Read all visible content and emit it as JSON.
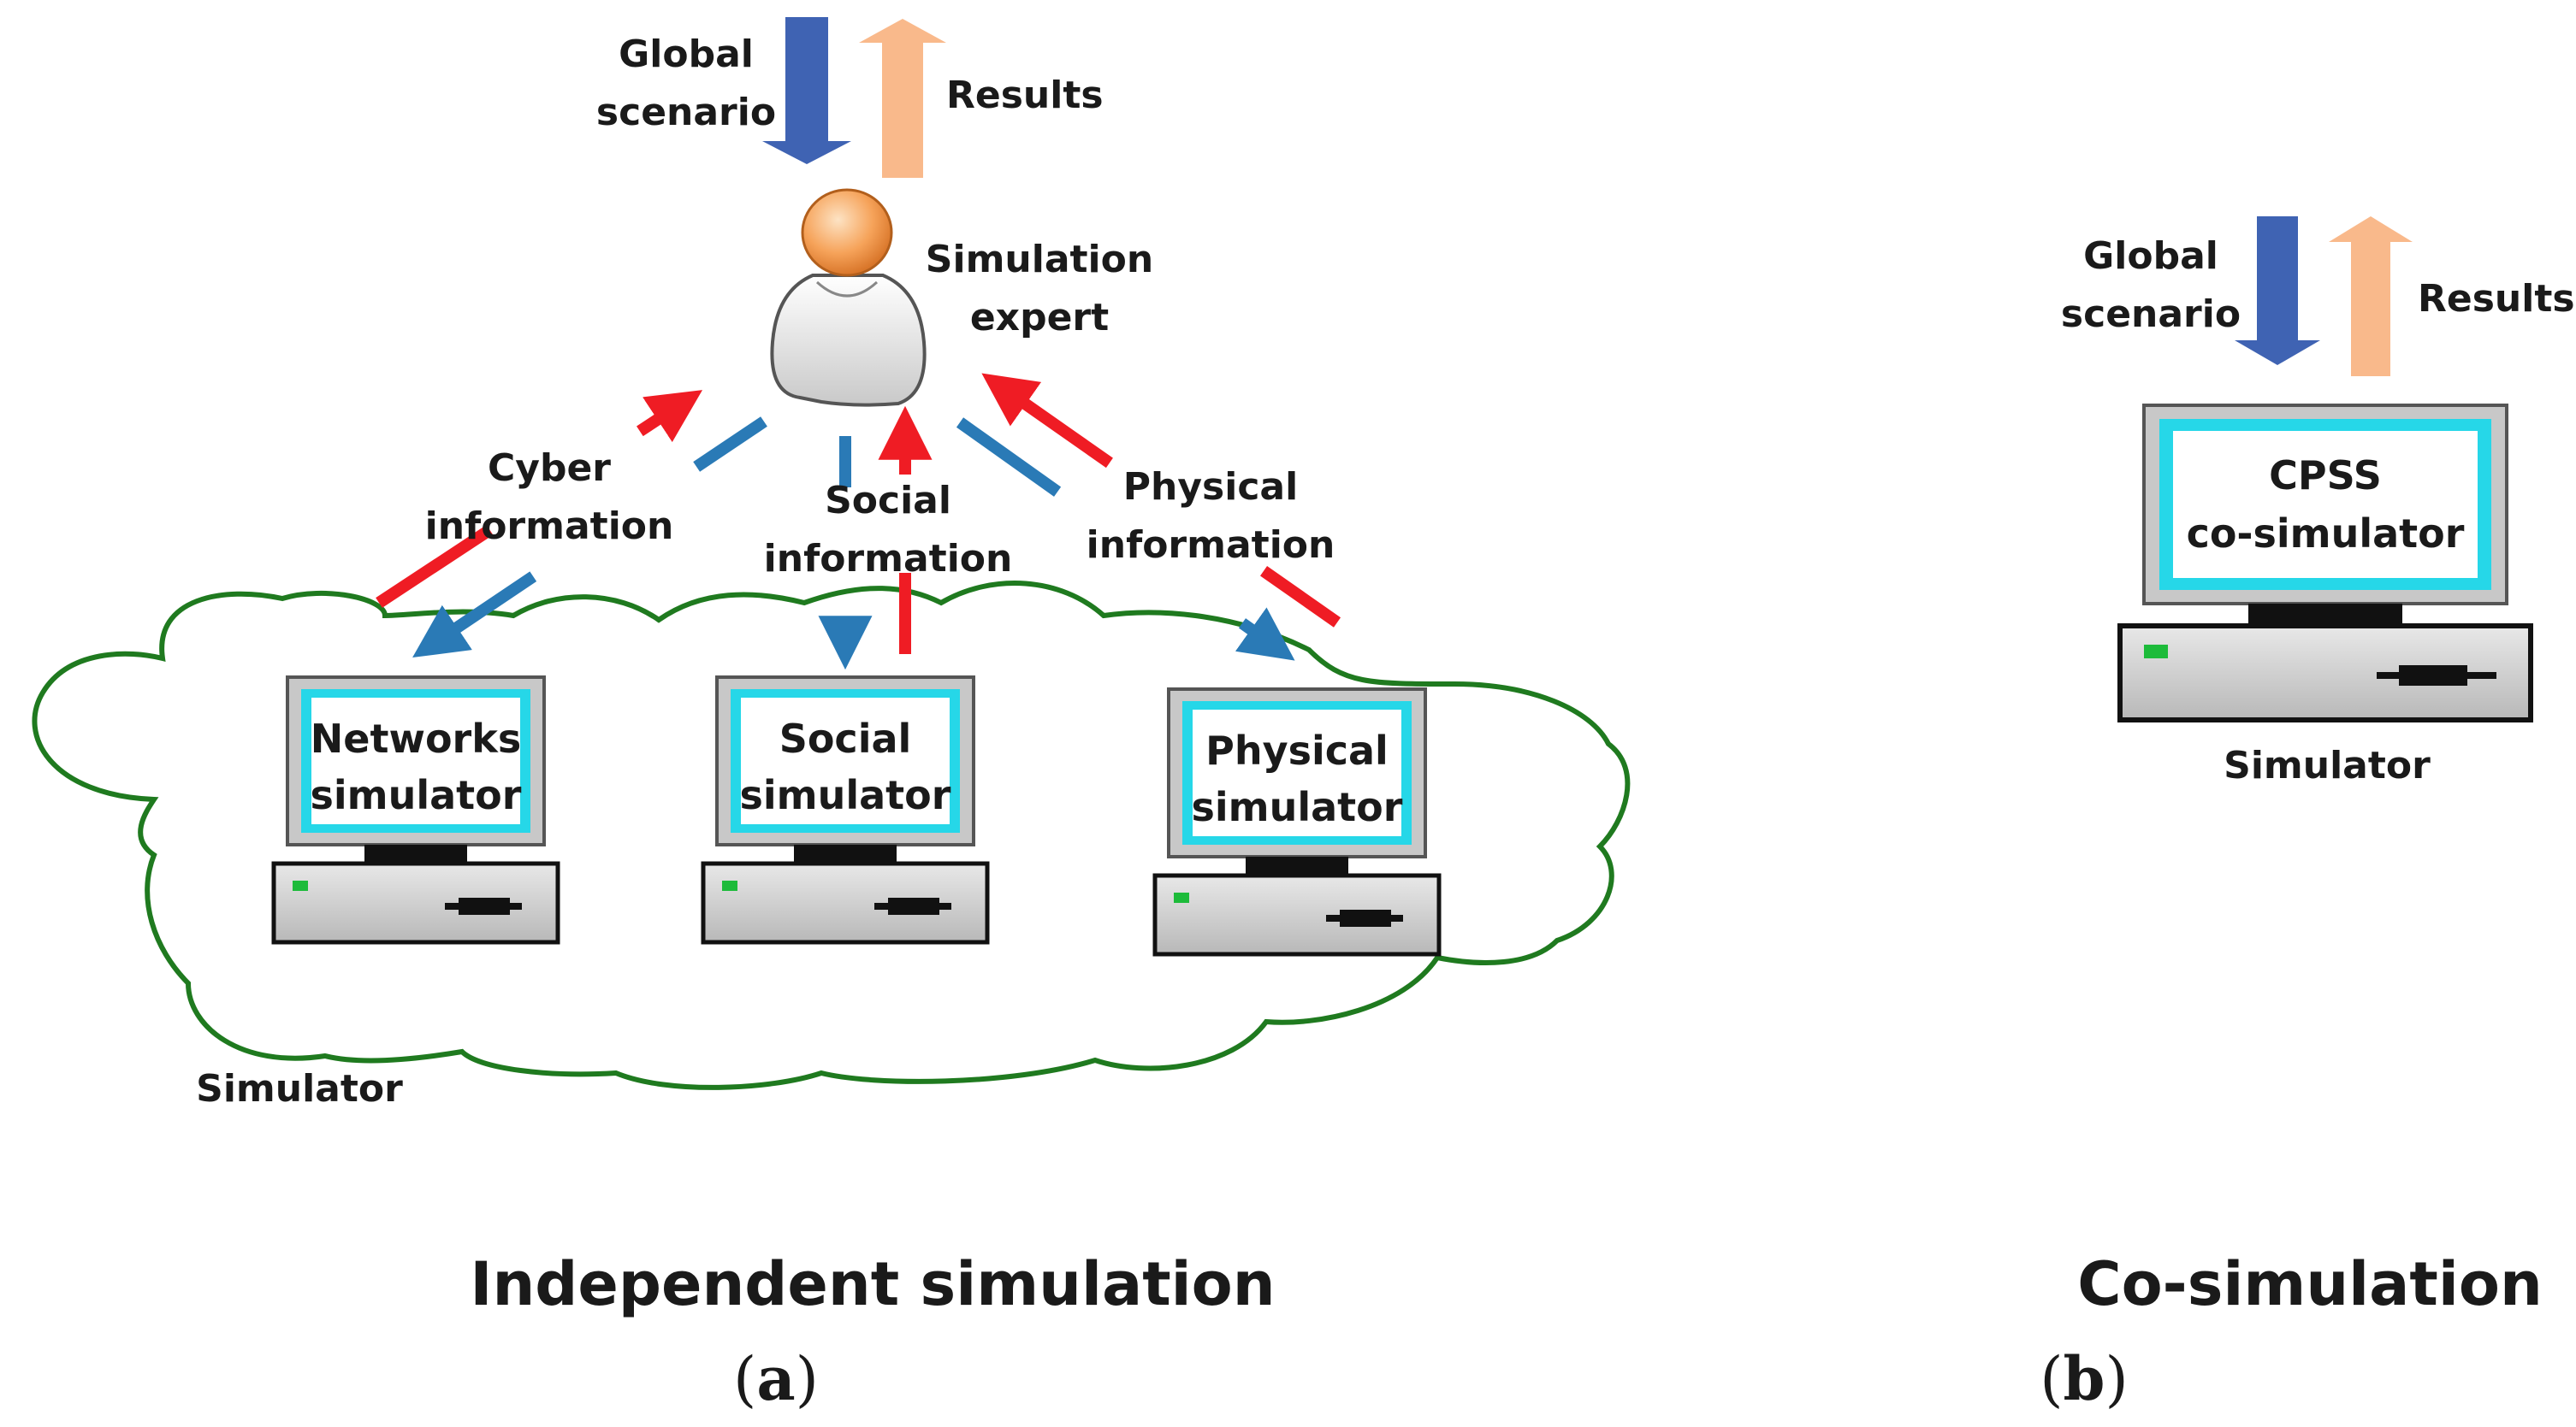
{
  "panel_a": {
    "global_scenario_1": "Global",
    "global_scenario_2": "scenario",
    "results": "Results",
    "expert_1": "Simulation",
    "expert_2": "expert",
    "cyber_1": "Cyber",
    "cyber_2": "information",
    "social_1": "Social",
    "social_2": "information",
    "physical_1": "Physical",
    "physical_2": "information",
    "net_sim_1": "Networks",
    "net_sim_2": "simulator",
    "soc_sim_1": "Social",
    "soc_sim_2": "simulator",
    "phy_sim_1": "Physical",
    "phy_sim_2": "simulator",
    "cloud_label": "Simulator",
    "caption": "Independent simulation",
    "tag_open": "(",
    "tag_letter": "a",
    "tag_close": ")"
  },
  "panel_b": {
    "global_scenario_1": "Global",
    "global_scenario_2": "scenario",
    "results": "Results",
    "mon_1": "CPSS",
    "mon_2": "co-simulator",
    "sim_label": "Simulator",
    "caption": "Co-simulation",
    "tag_open": "(",
    "tag_letter": "b",
    "tag_close": ")"
  },
  "colors": {
    "down_arrow": "#3f63b3",
    "up_arrow": "#f9b98b",
    "request_arrow": "#2a7ab6",
    "response_arrow": "#ef1c24",
    "cloud_stroke": "#1f7a1f",
    "screen_glow": "#26d7e8"
  }
}
